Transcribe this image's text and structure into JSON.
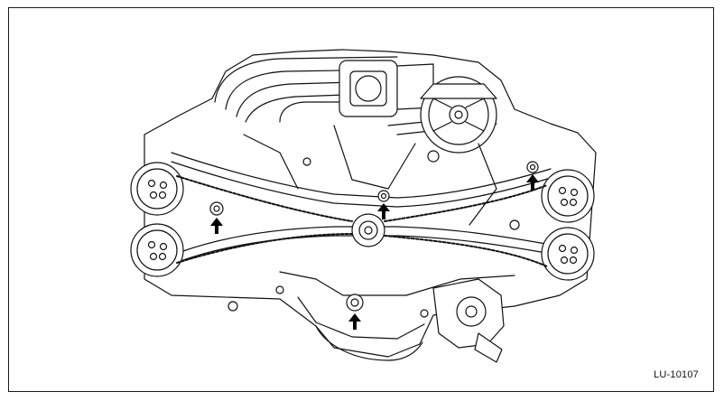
{
  "figure": {
    "code": "LU-10107",
    "subject": "engine-front-timing-chain-illustration",
    "arrow_count": 4
  },
  "colors": {
    "line": "#111111",
    "fill": "#ffffff",
    "shade": "#e6e6e6",
    "arrow": "#000000"
  }
}
